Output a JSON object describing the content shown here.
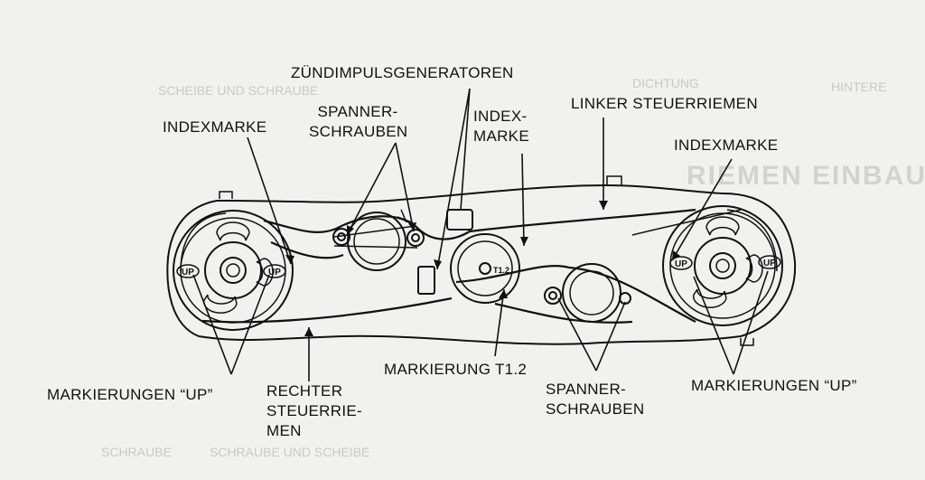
{
  "labels": {
    "zuendimpuls": "ZÜNDIMPULSGENERATOREN",
    "indexmarke_left": "INDEXMARKE",
    "spanner_top_1": "SPANNER-",
    "spanner_top_2": "SCHRAUBEN",
    "indexmarke_mid_1": "INDEX-",
    "indexmarke_mid_2": "MARKE",
    "linker": "LINKER STEUERRIEMEN",
    "indexmarke_right": "INDEXMARKE",
    "markierungen_left": "MARKIERUNGEN “UP”",
    "rechter_1": "RECHTER",
    "rechter_2": "STEUERRIE-",
    "rechter_3": "MEN",
    "markierung_t12": "MARKIERUNG T1.2",
    "spanner_bottom_1": "SPANNER-",
    "spanner_bottom_2": "SCHRAUBEN",
    "markierungen_right": "MARKIERUNGEN “UP”"
  },
  "marks": {
    "up_left_1": "UP",
    "up_left_2": "UP",
    "up_right_1": "UP",
    "up_right_2": "UP",
    "t12": "T1.2"
  },
  "background_bleed": {
    "a": "SCHEIBE UND SCHRAUBE",
    "b": "DICHTUNG",
    "c": "HINTERE",
    "d": "RIEMEN EINBAU",
    "e": "SCHRAUBE UND SCHEIBE",
    "f": "SCHRAUBE"
  },
  "colors": {
    "ink": "#111111",
    "paper": "#f1f1f0",
    "bleed": "#c9c9c6"
  }
}
